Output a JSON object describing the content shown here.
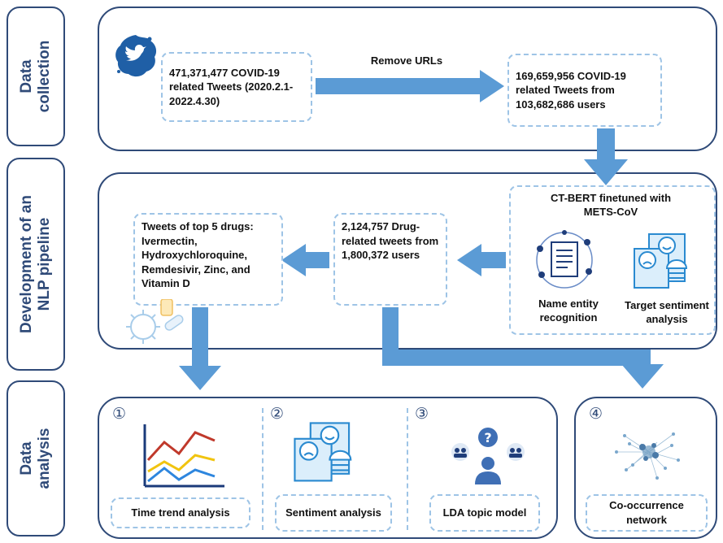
{
  "stages": {
    "data_collection": "Data\ncollection",
    "nlp_pipeline": "Development of an\nNLP pipeline",
    "data_analysis": "Data\nanalysis"
  },
  "collection": {
    "raw_tweets": "471,371,477 COVID-19 related Tweets (2020.2.1-2022.4.30)",
    "step_label": "Remove URLs",
    "clean_tweets": "169,659,956 COVID-19 related Tweets from 103,682,686 users"
  },
  "pipeline": {
    "model_title": "CT-BERT finetuned with METS-CoV",
    "ner_label": "Name entity recognition",
    "tsa_label": "Target sentiment analysis",
    "drug_tweets": "2,124,757 Drug-related tweets from 1,800,372 users",
    "top_drugs": "Tweets of top 5 drugs: Ivermectin, Hydroxychloroquine, Remdesivir, Zinc, and Vitamin D"
  },
  "analysis": [
    {
      "number": "①",
      "label": "Time trend analysis"
    },
    {
      "number": "②",
      "label": "Sentiment analysis"
    },
    {
      "number": "③",
      "label": "LDA topic model"
    },
    {
      "number": "④",
      "label": "Co-occurrence network"
    }
  ],
  "colors": {
    "arrow": "#5b9bd5",
    "border": "#2f4a78",
    "dashed": "#9ec4e6",
    "twitter": "#1f5fa6"
  }
}
